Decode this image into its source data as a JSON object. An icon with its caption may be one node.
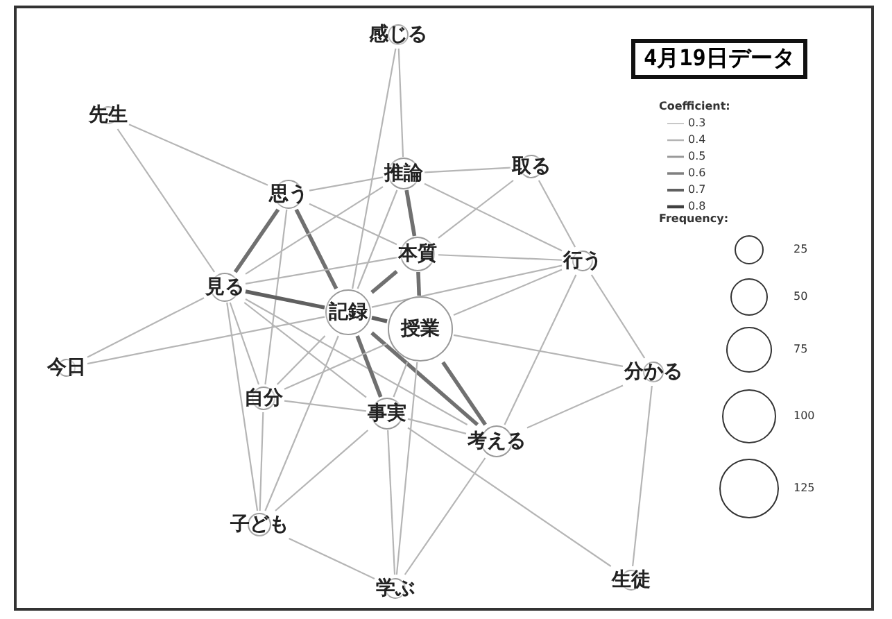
{
  "diagram": {
    "title": "4月19日データ",
    "nodes": [
      {
        "text": [
          "感じる"
        ]
      },
      {
        "text": [
          "先生"
        ]
      },
      {
        "text": [
          "推論"
        ]
      },
      {
        "text": [
          "取る"
        ]
      },
      {
        "text": [
          "思う"
        ]
      },
      {
        "text": [
          "本質"
        ]
      },
      {
        "text": [
          "行う"
        ]
      },
      {
        "text": [
          "見る"
        ]
      },
      {
        "text": [
          "記録"
        ]
      },
      {
        "text": [
          "授業"
        ]
      },
      {
        "text": [
          "今日"
        ]
      },
      {
        "text": [
          "分かる"
        ]
      },
      {
        "text": [
          "自分"
        ]
      },
      {
        "text": [
          "事実"
        ]
      },
      {
        "text": [
          "考える"
        ]
      },
      {
        "text": [
          "子ども"
        ]
      },
      {
        "text": [
          "学ぶ"
        ]
      },
      {
        "text": [
          "生徒"
        ]
      }
    ],
    "edges": [
      {
        "from": 1,
        "to": 4,
        "arrow": "none"
      },
      {
        "from": 1,
        "to": 7,
        "arrow": "none"
      },
      {
        "from": 0,
        "to": 2,
        "arrow": "none"
      },
      {
        "from": 0,
        "to": 8,
        "arrow": "none"
      },
      {
        "from": 4,
        "to": 2,
        "arrow": "none"
      },
      {
        "from": 4,
        "to": 7,
        "arrow": "none",
        "style": "thick",
        "color": "#707070"
      },
      {
        "from": 4,
        "to": 5,
        "arrow": "none"
      },
      {
        "from": 4,
        "to": 8,
        "arrow": "none",
        "style": "thick",
        "color": "#707070"
      },
      {
        "from": 4,
        "to": 12,
        "arrow": "none"
      },
      {
        "from": 2,
        "to": 3,
        "arrow": "none"
      },
      {
        "from": 2,
        "to": 5,
        "arrow": "none",
        "style": "thick",
        "color": "#707070"
      },
      {
        "from": 2,
        "to": 8,
        "arrow": "none"
      },
      {
        "from": 2,
        "to": 6,
        "arrow": "none"
      },
      {
        "from": 2,
        "to": 7,
        "arrow": "none"
      },
      {
        "from": 3,
        "to": 5,
        "arrow": "none"
      },
      {
        "from": 3,
        "to": 6,
        "arrow": "none"
      },
      {
        "from": 6,
        "to": 11,
        "arrow": "none"
      },
      {
        "from": 5,
        "to": 6,
        "arrow": "none"
      },
      {
        "from": 5,
        "to": 8,
        "arrow": "none",
        "style": "thick",
        "color": "#707070"
      },
      {
        "from": 5,
        "to": 9,
        "arrow": "none",
        "style": "thick",
        "color": "#707070"
      },
      {
        "from": 5,
        "to": 7,
        "arrow": "none"
      },
      {
        "from": 6,
        "to": 8,
        "arrow": "none"
      },
      {
        "from": 6,
        "to": 14,
        "arrow": "none"
      },
      {
        "from": 6,
        "to": 9,
        "arrow": "none"
      },
      {
        "from": 7,
        "to": 8,
        "arrow": "none",
        "style": "thick",
        "color": "#606060"
      },
      {
        "from": 7,
        "to": 10,
        "arrow": "none"
      },
      {
        "from": 7,
        "to": 12,
        "arrow": "none"
      },
      {
        "from": 7,
        "to": 15,
        "arrow": "none"
      },
      {
        "from": 7,
        "to": 13,
        "arrow": "none"
      },
      {
        "from": 7,
        "to": 14,
        "arrow": "none"
      },
      {
        "from": 8,
        "to": 9,
        "arrow": "none",
        "style": "thick",
        "color": "#606060"
      },
      {
        "from": 8,
        "to": 10,
        "arrow": "none"
      },
      {
        "from": 8,
        "to": 12,
        "arrow": "none"
      },
      {
        "from": 8,
        "to": 13,
        "arrow": "none",
        "style": "thick",
        "color": "#707070"
      },
      {
        "from": 8,
        "to": 14,
        "arrow": "none",
        "style": "thick",
        "color": "#707070"
      },
      {
        "from": 8,
        "to": 15,
        "arrow": "none"
      },
      {
        "from": 9,
        "to": 11,
        "arrow": "none"
      },
      {
        "from": 9,
        "to": 13,
        "arrow": "none"
      },
      {
        "from": 9,
        "to": 14,
        "arrow": "none",
        "style": "thick",
        "color": "#707070"
      },
      {
        "from": 9,
        "to": 16,
        "arrow": "none"
      },
      {
        "from": 9,
        "to": 12,
        "arrow": "none"
      },
      {
        "from": 12,
        "to": 13,
        "arrow": "none"
      },
      {
        "from": 12,
        "to": 15,
        "arrow": "none"
      },
      {
        "from": 13,
        "to": 14,
        "arrow": "none"
      },
      {
        "from": 13,
        "to": 17,
        "arrow": "none"
      },
      {
        "from": 13,
        "to": 16,
        "arrow": "none"
      },
      {
        "from": 13,
        "to": 15,
        "arrow": "none"
      },
      {
        "from": 14,
        "to": 11,
        "arrow": "none"
      },
      {
        "from": 14,
        "to": 16,
        "arrow": "none"
      },
      {
        "from": 15,
        "to": 16,
        "arrow": "none"
      },
      {
        "from": 11,
        "to": 17,
        "arrow": "none"
      }
    ],
    "labels": [
      "Coefficient:",
      "Frequency:"
    ],
    "legend": [
      {
        "text": "0.3"
      },
      {
        "text": "0.4"
      },
      {
        "text": "0.5"
      },
      {
        "text": "0.6"
      },
      {
        "text": "0.7"
      },
      {
        "text": "0.8"
      },
      {
        "text": "25"
      },
      {
        "text": "50"
      },
      {
        "text": "75"
      },
      {
        "text": "100"
      },
      {
        "text": "125"
      }
    ]
  }
}
